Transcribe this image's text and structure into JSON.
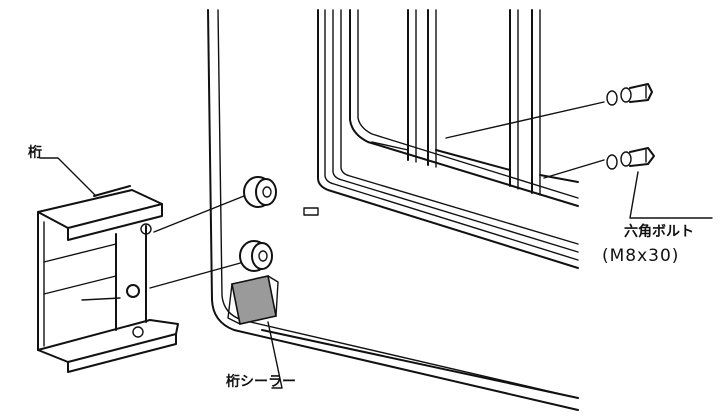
{
  "labels": {
    "beam": "桁",
    "beam_sealer": "桁シーラー",
    "hex_bolt": "六角ボルト",
    "bolt_size": "(M8x30)"
  },
  "colors": {
    "ink": "#111111",
    "sealer": "#9a9a9a",
    "background": "#ffffff"
  }
}
